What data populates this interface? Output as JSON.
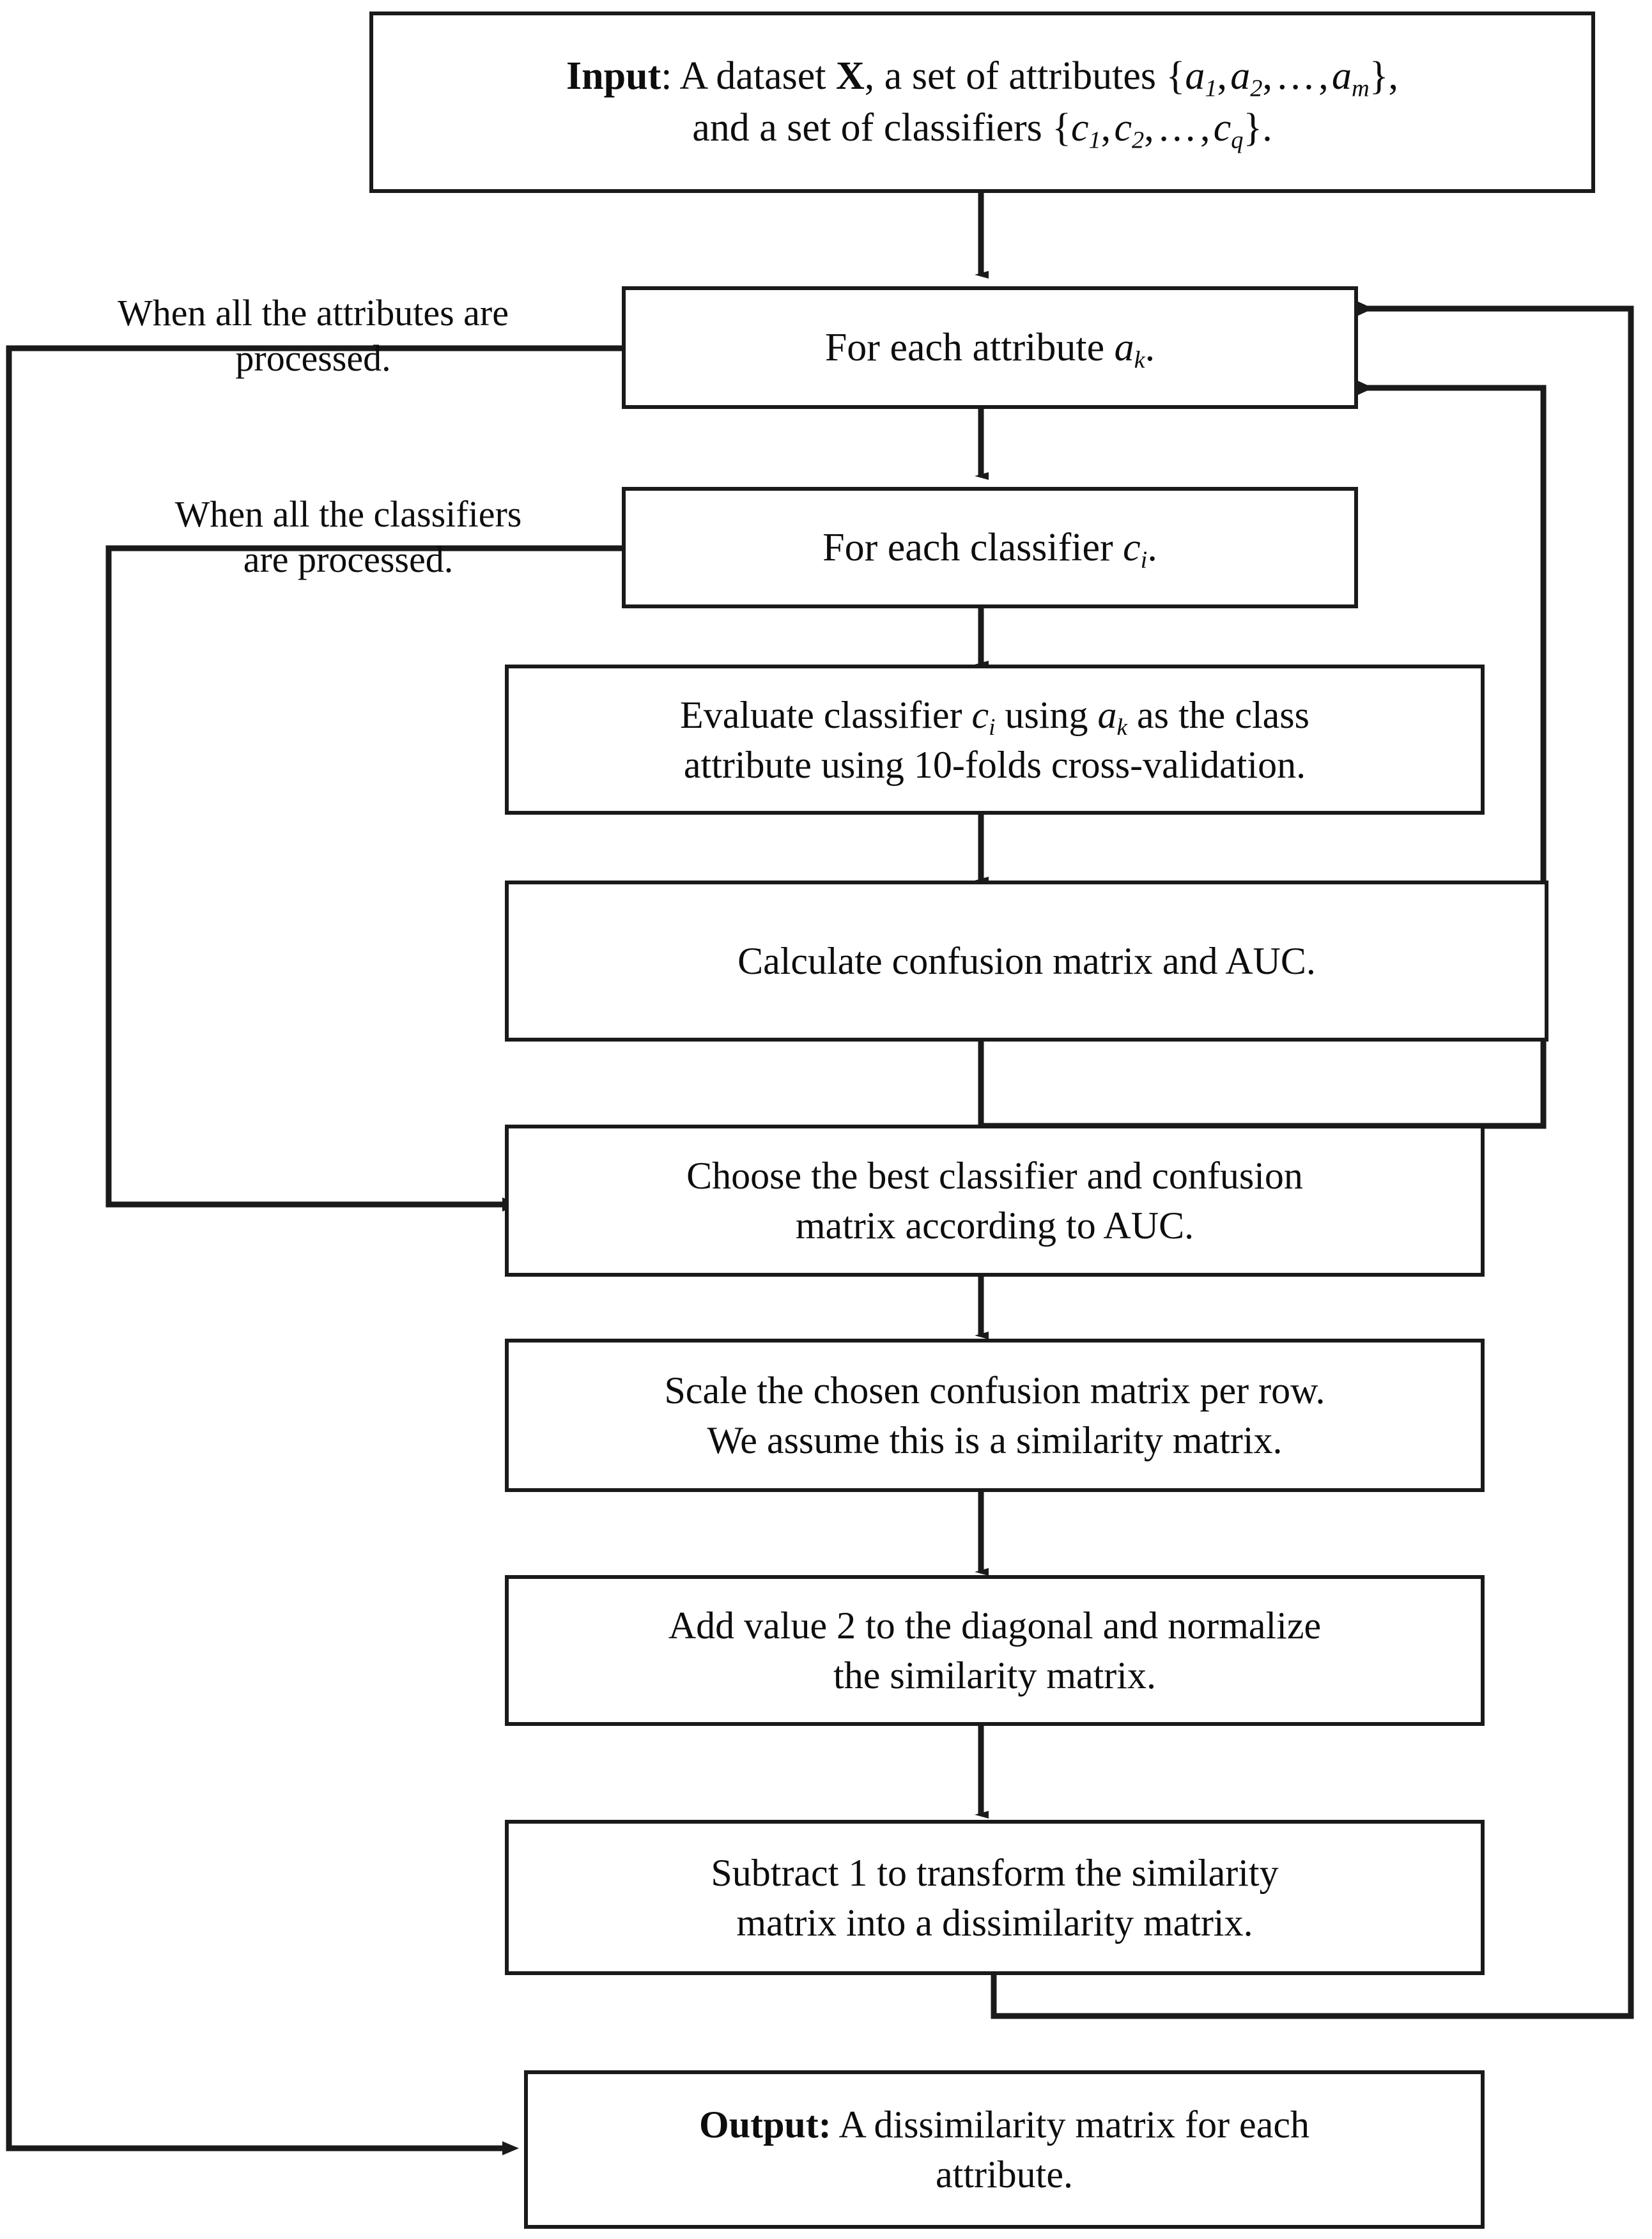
{
  "diagram": {
    "type": "flowchart",
    "title": "Algorithm flowchart: building a dissimilarity matrix per attribute",
    "background_color": "#ffffff",
    "line_color": "#1a1a1a",
    "text_color": "#0d0d0d"
  },
  "nodes": [
    {
      "id": "input",
      "name": "input-box",
      "line1_prefix_bold": "Input",
      "line1": ": A dataset X, a set of attributes {a1, a2, …, am},",
      "line2": "and a set of classifiers {c1, c2, …, cq}.",
      "plain": "Input: A dataset X, a set of attributes {a1, a2, ..., am}, and a set of classifiers {c1, c2, ..., cq}."
    },
    {
      "id": "for-attribute",
      "name": "for-each-attribute-box",
      "plain": "For each attribute ak."
    },
    {
      "id": "for-classifier",
      "name": "for-each-classifier-box",
      "plain": "For each classifier ci."
    },
    {
      "id": "evaluate",
      "name": "evaluate-classifier-box",
      "line1": "Evaluate classifier ci using ak as the class",
      "line2": "attribute using 10-folds cross-validation.",
      "plain": "Evaluate classifier ci using ak as the class attribute using 10-folds cross-validation."
    },
    {
      "id": "calculate",
      "name": "calculate-confusion-matrix-box",
      "plain": "Calculate confusion matrix and AUC."
    },
    {
      "id": "choose",
      "name": "choose-best-classifier-box",
      "line1": "Choose the best classifier and confusion",
      "line2": "matrix according to AUC.",
      "plain": "Choose the best classifier and confusion matrix according to AUC."
    },
    {
      "id": "scale",
      "name": "scale-confusion-matrix-box",
      "line1": "Scale the chosen confusion matrix per row.",
      "line2": "We assume this is a similarity matrix.",
      "plain": "Scale the chosen confusion matrix per row. We assume this is a similarity matrix."
    },
    {
      "id": "adddiag",
      "name": "add-value-to-diagonal-box",
      "line1": "Add value 2 to the diagonal and normalize",
      "line2": "the similarity matrix.",
      "plain": "Add value 2 to the diagonal and normalize the similarity matrix."
    },
    {
      "id": "subtract",
      "name": "subtract-one-box",
      "line1": "Subtract 1 to transform the similarity",
      "line2": "matrix into a dissimilarity matrix.",
      "plain": "Subtract 1 to transform the similarity matrix into a dissimilarity matrix."
    },
    {
      "id": "output",
      "name": "output-box",
      "line1_prefix_bold": "Output:",
      "line1": " A dissimilarity matrix for each",
      "line2": "attribute.",
      "plain": "Output: A dissimilarity matrix for each attribute."
    }
  ],
  "edge_labels": {
    "attributes_done_line1": "When all the attributes are",
    "attributes_done_line2": "processed.",
    "classifiers_done_line1": "When all the classifiers",
    "classifiers_done_line2": "are processed."
  }
}
